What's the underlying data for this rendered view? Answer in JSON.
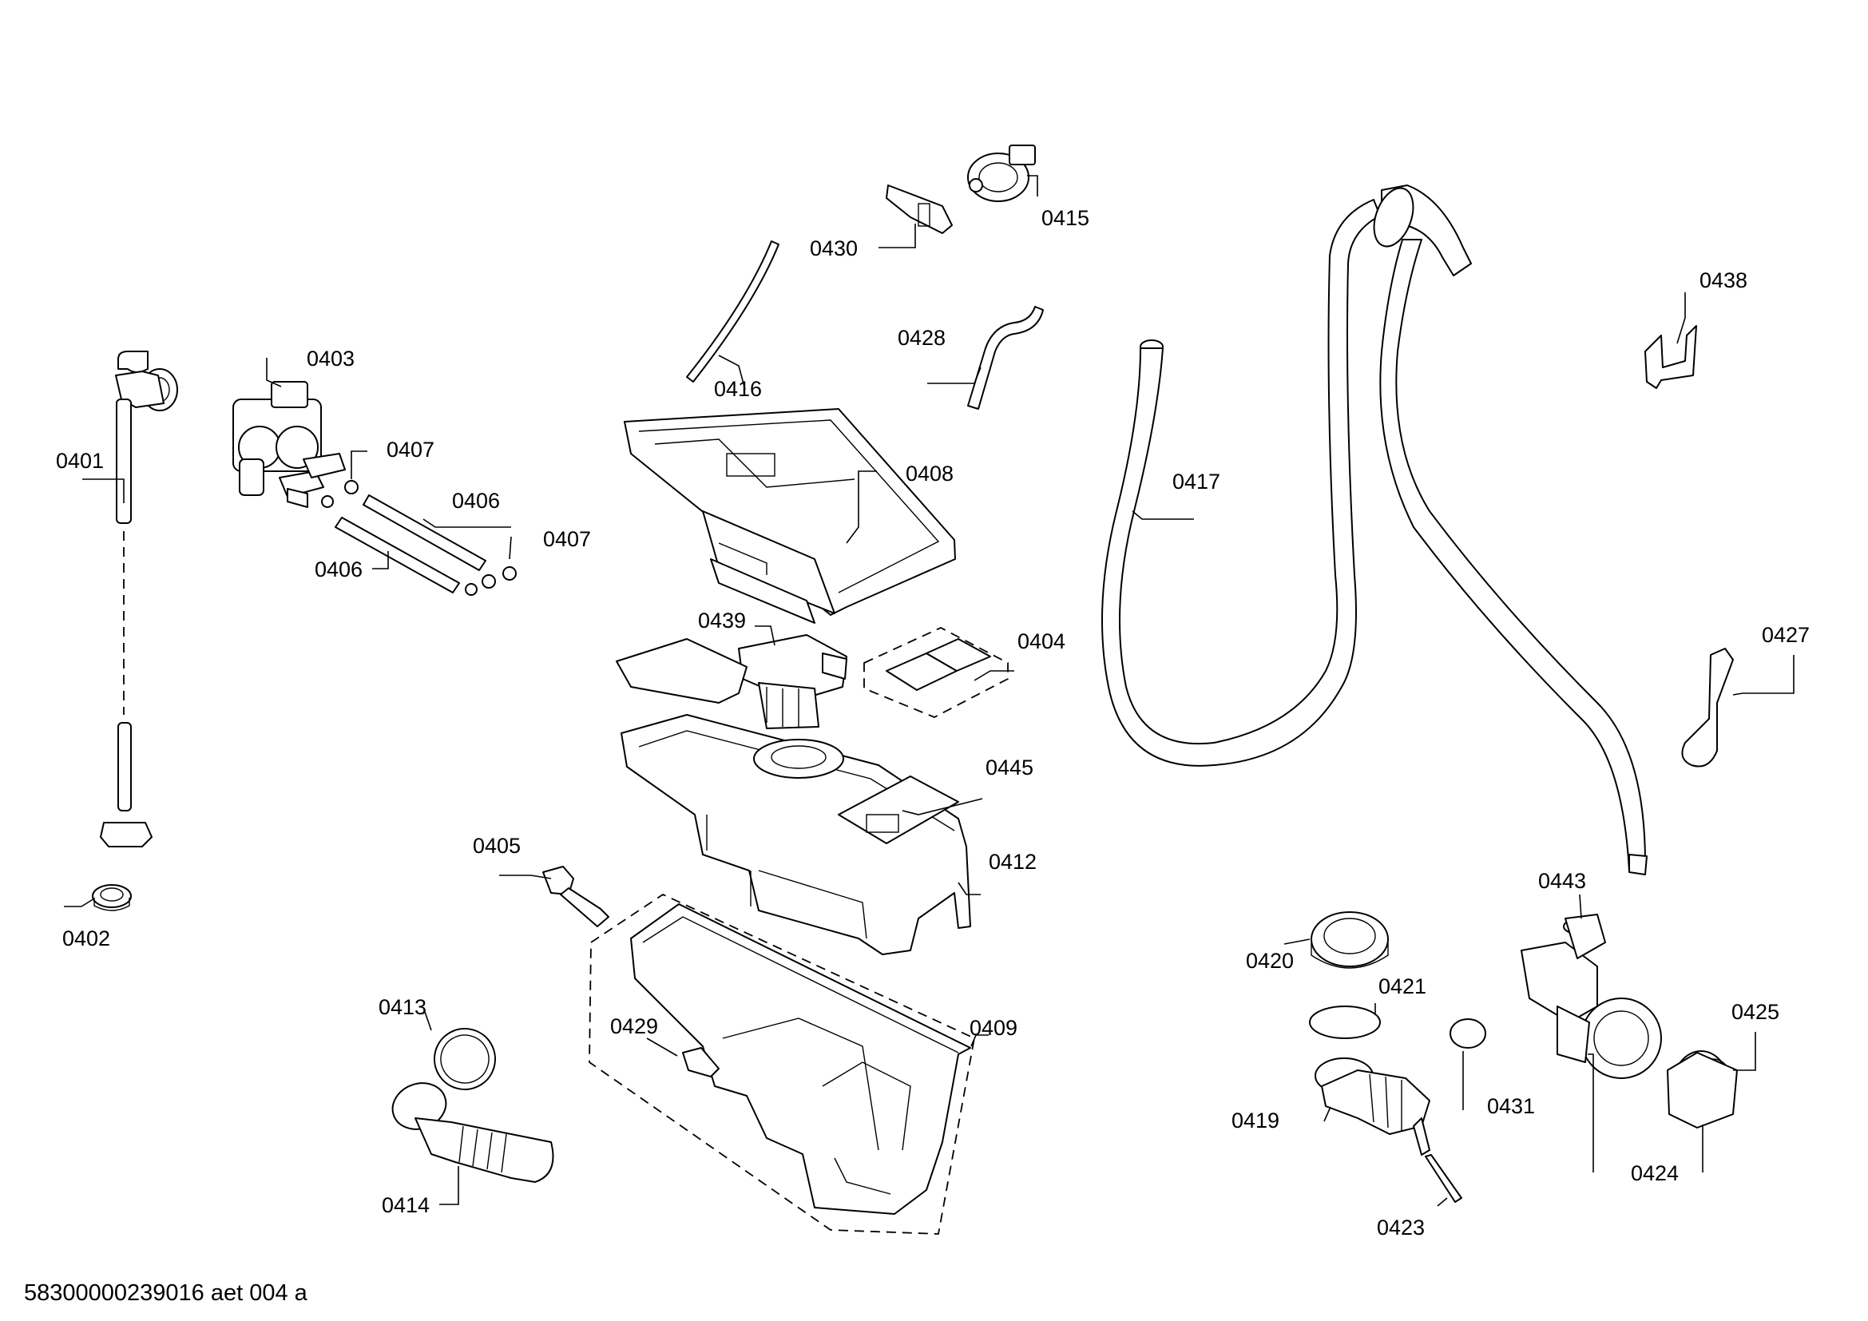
{
  "diagram": {
    "footer_id": "58300000239016 aet 004 a",
    "labels": {
      "p0401": "0401",
      "p0402": "0402",
      "p0403": "0403",
      "p0404": "0404",
      "p0405": "0405",
      "p0406a": "0406",
      "p0406b": "0406",
      "p0407a": "0407",
      "p0407b": "0407",
      "p0408": "0408",
      "p0409": "0409",
      "p0412": "0412",
      "p0413": "0413",
      "p0414": "0414",
      "p0415": "0415",
      "p0416": "0416",
      "p0417": "0417",
      "p0419": "0419",
      "p0420": "0420",
      "p0421": "0421",
      "p0423": "0423",
      "p0424": "0424",
      "p0425": "0425",
      "p0427": "0427",
      "p0428": "0428",
      "p0429": "0429",
      "p0430": "0430",
      "p0431": "0431",
      "p0438": "0438",
      "p0439": "0439",
      "p0443": "0443",
      "p0445": "0445"
    }
  }
}
